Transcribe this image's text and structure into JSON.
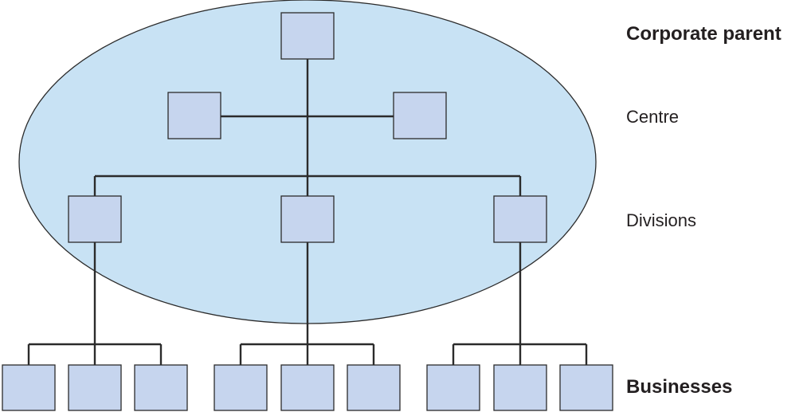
{
  "labels": {
    "corporate_parent": "Corporate parent",
    "centre": "Centre",
    "divisions": "Divisions",
    "businesses": "Businesses"
  },
  "colors": {
    "ellipse_fill": "#c8e2f4",
    "box_fill": "#c6d5ee",
    "stroke": "#2b2b2b"
  }
}
